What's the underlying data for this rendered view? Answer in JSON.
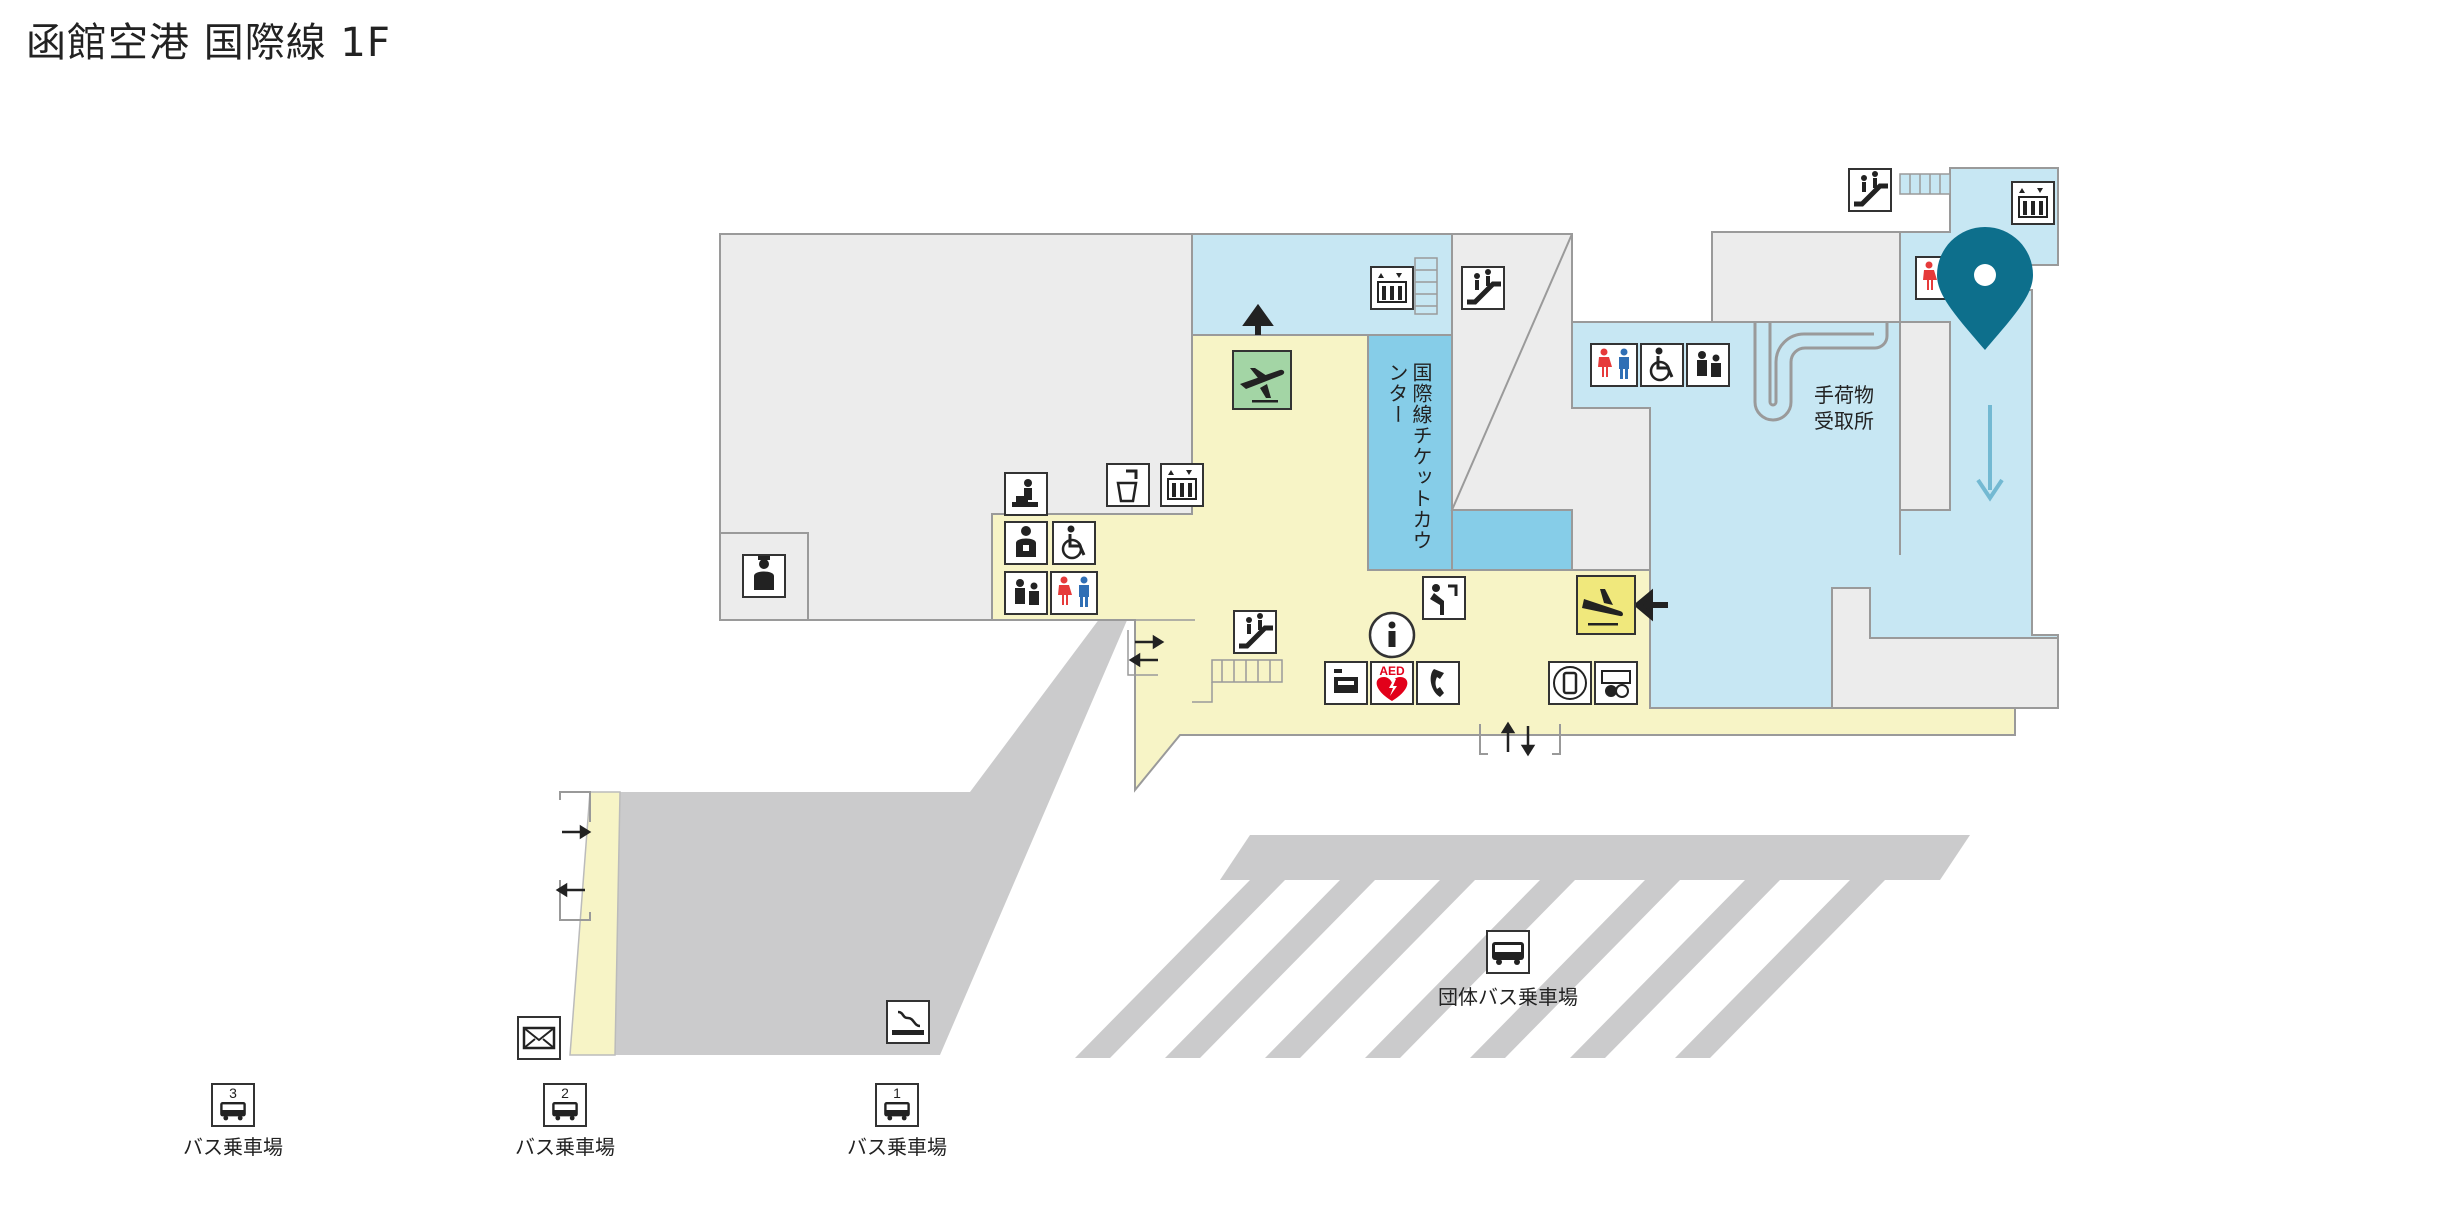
{
  "title": "函館空港 国際線 1F",
  "labels": {
    "international_ticket_counter": "国際線チケットカウンター",
    "baggage_claim_line1": "手荷物",
    "baggage_claim_line2": "受取所",
    "group_bus_stop": "団体バス乗車場",
    "bus_stop_label": "バス乗車場",
    "aed": "AED"
  },
  "bus_stops": [
    {
      "number": "3",
      "label": "バス乗車場"
    },
    {
      "number": "2",
      "label": "バス乗車場"
    },
    {
      "number": "1",
      "label": "バス乗車場"
    }
  ],
  "colors": {
    "public_yellow": "#f7f4c6",
    "restricted_blue": "#c7e7f3",
    "counter_blue": "#86cde8",
    "other_gray": "#ececec",
    "outdoor_gray": "#cbcbcc",
    "departure_green": "#a3d5a5",
    "arrival_yellow": "#f0e87c",
    "location_pin": "#0d6f8c",
    "female_red": "#e63a3a",
    "male_blue": "#2f6fb5"
  },
  "icons": [
    "departure-icon",
    "arrival-icon",
    "information-icon",
    "aed-icon",
    "telephone-icon",
    "elevator-icon",
    "escalator-icon",
    "restroom-icon",
    "accessible-restroom-icon",
    "nursing-room-icon",
    "baby-changing-icon",
    "drinking-water-icon",
    "police-icon",
    "smoking-area-icon",
    "mail-icon",
    "bus-icon",
    "atm-icon",
    "currency-exchange-icon",
    "drinking-fountain-icon",
    "location-pin-icon"
  ]
}
